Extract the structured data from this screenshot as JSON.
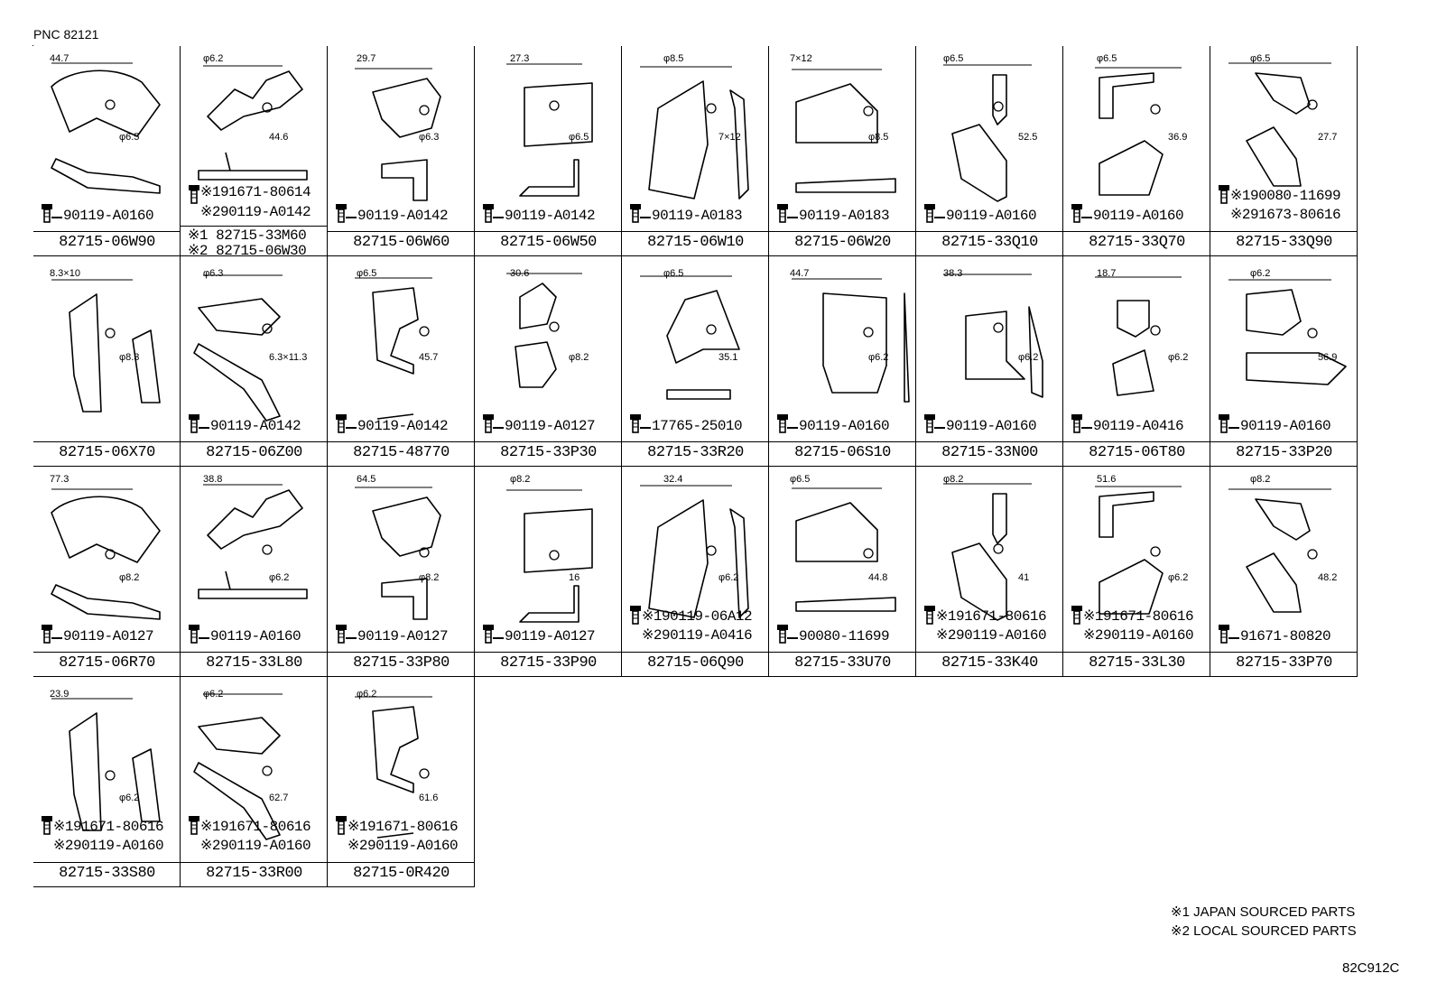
{
  "header": {
    "pnc": "PNC 82121"
  },
  "legend": {
    "line1": "※1 JAPAN SOURCED PARTS",
    "line2": "※2 LOCAL SOURCED PARTS"
  },
  "drawing_code": "82C912C",
  "rows": [
    [
      {
        "part": "82715-06W90",
        "fasteners": [
          "90119-A0160"
        ],
        "dims": [
          "44.7",
          "φ6.5"
        ]
      },
      {
        "part": "",
        "fasteners": [
          "※191671-80614",
          "※290119-A0142"
        ],
        "notes": [
          "※1 82715-33M60",
          "※2 82715-06W30"
        ],
        "dims": [
          "φ6.2",
          "44.6"
        ]
      },
      {
        "part": "82715-06W60",
        "fasteners": [
          "90119-A0142"
        ],
        "dims": [
          "29.7",
          "φ6.3"
        ]
      },
      {
        "part": "82715-06W50",
        "fasteners": [
          "90119-A0142"
        ],
        "dims": [
          "27.3",
          "φ6.5"
        ]
      },
      {
        "part": "82715-06W10",
        "fasteners": [
          "90119-A0183"
        ],
        "dims": [
          "φ8.5",
          "7×12"
        ]
      },
      {
        "part": "82715-06W20",
        "fasteners": [
          "90119-A0183"
        ],
        "dims": [
          "7×12",
          "φ8.5"
        ]
      },
      {
        "part": "82715-33Q10",
        "fasteners": [
          "90119-A0160"
        ],
        "dims": [
          "φ6.5",
          "52.5"
        ]
      },
      {
        "part": "82715-33Q70",
        "fasteners": [
          "90119-A0160"
        ],
        "dims": [
          "φ6.5",
          "36.9"
        ]
      },
      {
        "part": "82715-33Q90",
        "fasteners": [
          "※190080-11699",
          "※291673-80616"
        ],
        "dims": [
          "φ6.5",
          "27.7"
        ]
      }
    ],
    [
      {
        "part": "82715-06X70",
        "fasteners": [],
        "dims": [
          "8.3×10",
          "φ8.3"
        ]
      },
      {
        "part": "82715-06Z00",
        "fasteners": [
          "90119-A0142"
        ],
        "dims": [
          "φ6.3",
          "6.3×11.3"
        ]
      },
      {
        "part": "82715-48770",
        "fasteners": [
          "90119-A0142"
        ],
        "dims": [
          "φ6.5",
          "45.7"
        ]
      },
      {
        "part": "82715-33P30",
        "fasteners": [
          "90119-A0127"
        ],
        "dims": [
          "30.6",
          "φ8.2"
        ]
      },
      {
        "part": "82715-33R20",
        "fasteners": [
          "17765-25010"
        ],
        "dims": [
          "φ6.5",
          "35.1"
        ]
      },
      {
        "part": "82715-06S10",
        "fasteners": [
          "90119-A0160"
        ],
        "dims": [
          "44.7",
          "φ6.2"
        ]
      },
      {
        "part": "82715-33N00",
        "fasteners": [
          "90119-A0160"
        ],
        "dims": [
          "38.3",
          "φ6.2"
        ]
      },
      {
        "part": "82715-06T80",
        "fasteners": [
          "90119-A0416"
        ],
        "dims": [
          "18.7",
          "φ6.2"
        ]
      },
      {
        "part": "82715-33P20",
        "fasteners": [
          "90119-A0160"
        ],
        "dims": [
          "φ6.2",
          "56.9"
        ]
      }
    ],
    [
      {
        "part": "82715-06R70",
        "fasteners": [
          "90119-A0127"
        ],
        "dims": [
          "77.3",
          "φ8.2"
        ]
      },
      {
        "part": "82715-33L80",
        "fasteners": [
          "90119-A0160"
        ],
        "dims": [
          "38.8",
          "φ6.2"
        ]
      },
      {
        "part": "82715-33P80",
        "fasteners": [
          "90119-A0127"
        ],
        "dims": [
          "64.5",
          "φ8.2"
        ]
      },
      {
        "part": "82715-33P90",
        "fasteners": [
          "90119-A0127"
        ],
        "dims": [
          "φ8.2",
          "16"
        ]
      },
      {
        "part": "82715-06Q90",
        "fasteners": [
          "※190119-06A12",
          "※290119-A0416"
        ],
        "dims": [
          "32.4",
          "φ6.2"
        ]
      },
      {
        "part": "82715-33U70",
        "fasteners": [
          "90080-11699"
        ],
        "dims": [
          "φ6.5",
          "44.8"
        ]
      },
      {
        "part": "82715-33K40",
        "fasteners": [
          "※191671-80616",
          "※290119-A0160"
        ],
        "dims": [
          "φ8.2",
          "41"
        ]
      },
      {
        "part": "82715-33L30",
        "fasteners": [
          "※191671-80616",
          "※290119-A0160"
        ],
        "dims": [
          "51.6",
          "φ6.2"
        ]
      },
      {
        "part": "82715-33P70",
        "fasteners": [
          "91671-80820"
        ],
        "dims": [
          "φ8.2",
          "48.2"
        ]
      }
    ],
    [
      {
        "part": "82715-33S80",
        "fasteners": [
          "※191671-80616",
          "※290119-A0160"
        ],
        "dims": [
          "23.9",
          "φ6.2"
        ]
      },
      {
        "part": "82715-33R00",
        "fasteners": [
          "※191671-80616",
          "※290119-A0160"
        ],
        "dims": [
          "φ6.2",
          "62.7"
        ]
      },
      {
        "part": "82715-0R420",
        "fasteners": [
          "※191671-80616",
          "※290119-A0160"
        ],
        "dims": [
          "φ6.2",
          "61.6"
        ]
      }
    ]
  ]
}
